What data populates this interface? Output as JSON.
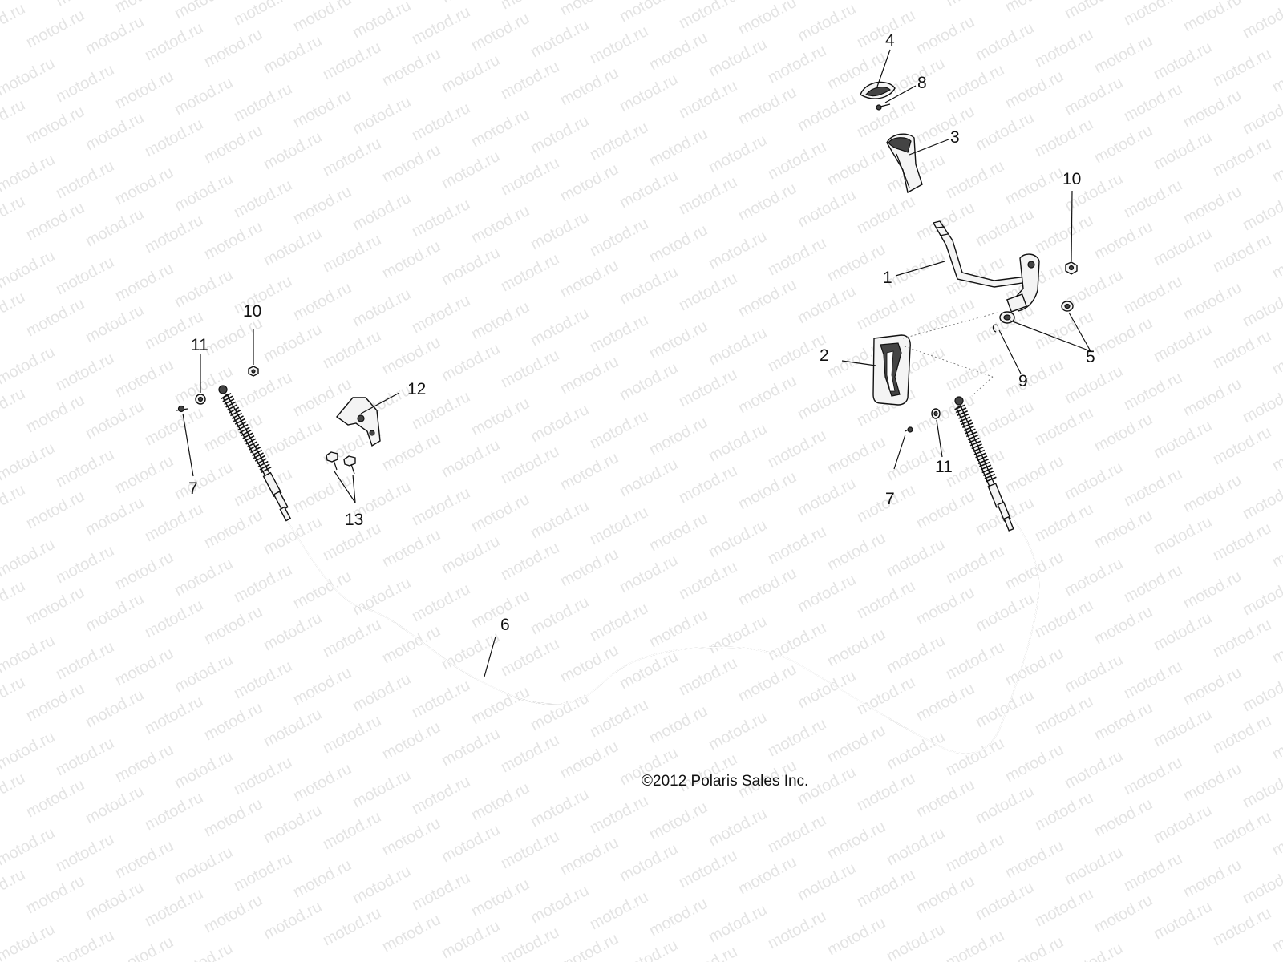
{
  "watermark": {
    "text": "motod.ru",
    "color": "#e4e4e4"
  },
  "callouts": {
    "c1": "1",
    "c2": "2",
    "c3": "3",
    "c4": "4",
    "c5": "5",
    "c6": "6",
    "c7_left": "7",
    "c7_right": "7",
    "c8": "8",
    "c9": "9",
    "c10_left": "10",
    "c10_right": "10",
    "c11_left": "11",
    "c11_right": "11",
    "c12": "12",
    "c13": "13"
  },
  "copyright": "©2012 Polaris Sales Inc."
}
